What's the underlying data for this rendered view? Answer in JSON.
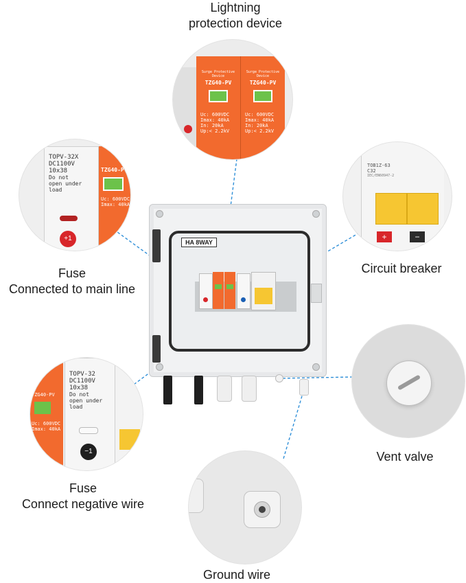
{
  "callouts": {
    "lightning": {
      "line1": "Lightning",
      "line2": "protection device"
    },
    "fuse_main": {
      "line1": "Fuse",
      "line2": "Connected to main line"
    },
    "breaker": {
      "line1": "Circuit breaker"
    },
    "fuse_neg": {
      "line1": "Fuse",
      "line2": "Connect negative wire"
    },
    "vent": {
      "line1": "Vent valve"
    },
    "ground": {
      "line1": "Ground wire"
    }
  },
  "box": {
    "badge": "HA 8WAY"
  },
  "spd": {
    "brand": "Surge Protective Device",
    "model": "TZG40-PV",
    "uc": "Uc: 600VDC",
    "imax": "Imax: 40kA",
    "in": "In: 20kA",
    "up": "Up:< 2.2kV"
  },
  "fuse": {
    "model_pos": "TOPV-32X",
    "model_neg": "TOPV-32",
    "rating": "DC1100V",
    "size": "10x38",
    "warning1": "Do not",
    "warning2": "open under load",
    "plus": "+1",
    "minus": "−1"
  },
  "breaker": {
    "model": "TOB1Z-63",
    "rating": "C32",
    "std": "IEC/EN60947-2",
    "plus": "+",
    "minus": "−"
  },
  "colors": {
    "spd_orange": "#f26a2e",
    "breaker_yellow": "#f6c632",
    "leader": "#2f8fd8",
    "led_red": "#d8262a",
    "window_green": "#6cc24a"
  }
}
